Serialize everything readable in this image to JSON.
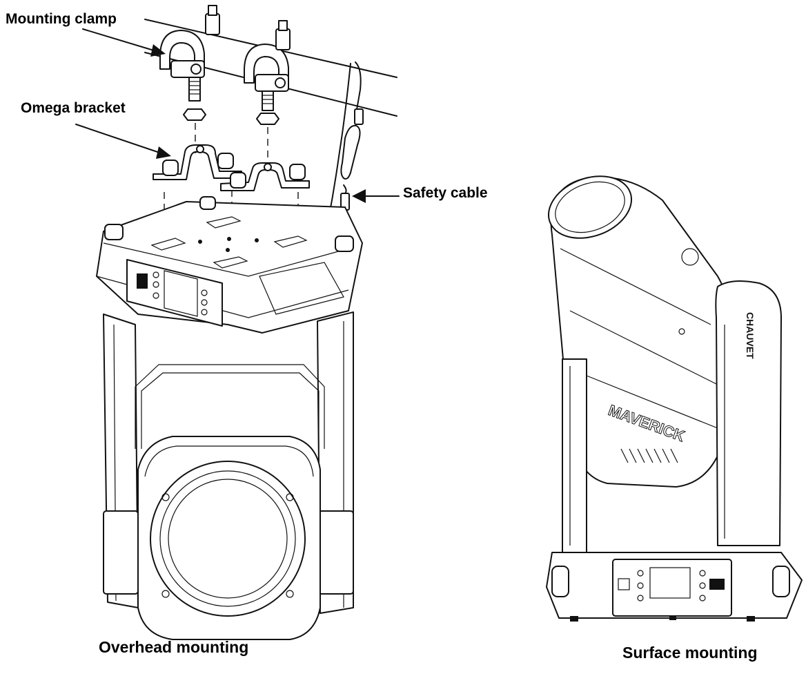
{
  "callouts": {
    "mounting_clamp": "Mounting clamp",
    "omega_bracket": "Omega bracket",
    "safety_cable": "Safety cable"
  },
  "captions": {
    "overhead": "Overhead mounting",
    "surface": "Surface mounting"
  },
  "logos": {
    "brand_text": "CHAUVET",
    "model_text": "MAVERICK"
  },
  "colors": {
    "line": "#111111",
    "background": "#ffffff"
  }
}
